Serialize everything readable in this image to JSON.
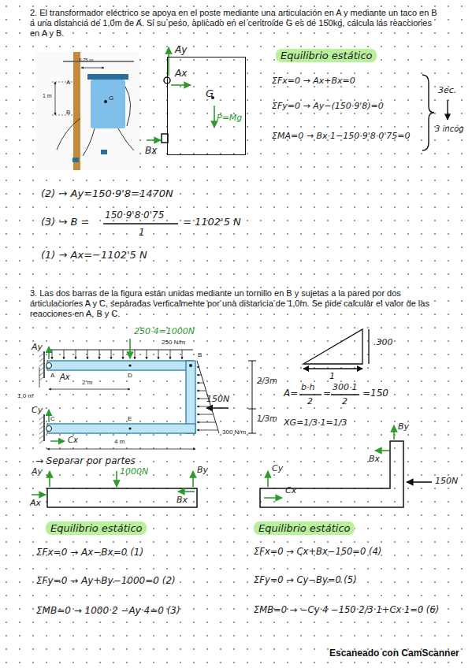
{
  "diagram": {
    "nodes": [
      {
        "text": [
          "G",
          "P=Mg"
        ]
      },
      {
        "text": [
          "Equilibrio estático"
        ]
      },
      {
        "text": [
          "Equilibrio estático"
        ]
      },
      {
        "text": [
          "Equilibrio estático"
        ]
      }
    ],
    "labels": [
      "2. El transformador eléctrico se apoya en el poste mediante una articulación en A y mediante un taco en B a una distancia de 1,0m de A. Si su peso, aplicado en el centroide G es de 150kg, calcula las reacciones en A y B.",
      "Ay",
      "Ax",
      "Bx",
      "ΣFx=0 → Ax+Bx=0",
      "ΣFy=0 → Ay−(150·9'8)=0",
      "ΣMA=0 → Bx·1−150·9'8·0'75=0",
      "3ec.",
      "3 incóg",
      "(2) → Ay=150·9'8=1470N",
      "(3) → B =",
      "150·9'8·0'75",
      "1",
      "= 1102'5 N",
      "(1) → Ax=−1102'5 N",
      "0,75 m",
      "1 m",
      "A",
      "G",
      "B",
      "3. Las dos barras de la figura están unidas mediante un tornillo en B y sujetas a la pared por dos articulaciones A y C, separadas verticalmente por una distancia de 1,0m. Se pide calcular el valor de las reacciones en A, B y C.",
      "250·4=1000N",
      "250 N/m",
      "A",
      "D",
      "B",
      "2 m",
      "1,0 m",
      "E",
      "C",
      "4 m",
      "300 N/m",
      "Ay",
      "Ax",
      "Cy",
      "Cx",
      "150N",
      "2/3m",
      "1/3m",
      ".300",
      "1",
      "A=",
      "b·h",
      "2",
      "=",
      "300·1",
      "2",
      "=150",
      "XG=1/3·1=1/3",
      "→ Separar por partes",
      "Ay",
      "Ax",
      "1000N",
      "By",
      "Bx",
      "By",
      "Bx",
      "Cy",
      "Cx",
      "150N",
      "ΣFx=0 → Ax−Bx=0 (1)",
      "ΣFy=0 → Ay+By−1000=0 (2)",
      "ΣMB=0 → 1000·2 −Ay·4=0 (3)",
      "ΣFx=0 → Cx+Bx−150=0 (4)",
      "ΣFy=0 → Cy−By=0 (5)",
      "ΣMB=0 → −Cy·4 −150·2/3·1+Cx·1=0 (6)",
      "Escaneado con CamScanner"
    ]
  }
}
